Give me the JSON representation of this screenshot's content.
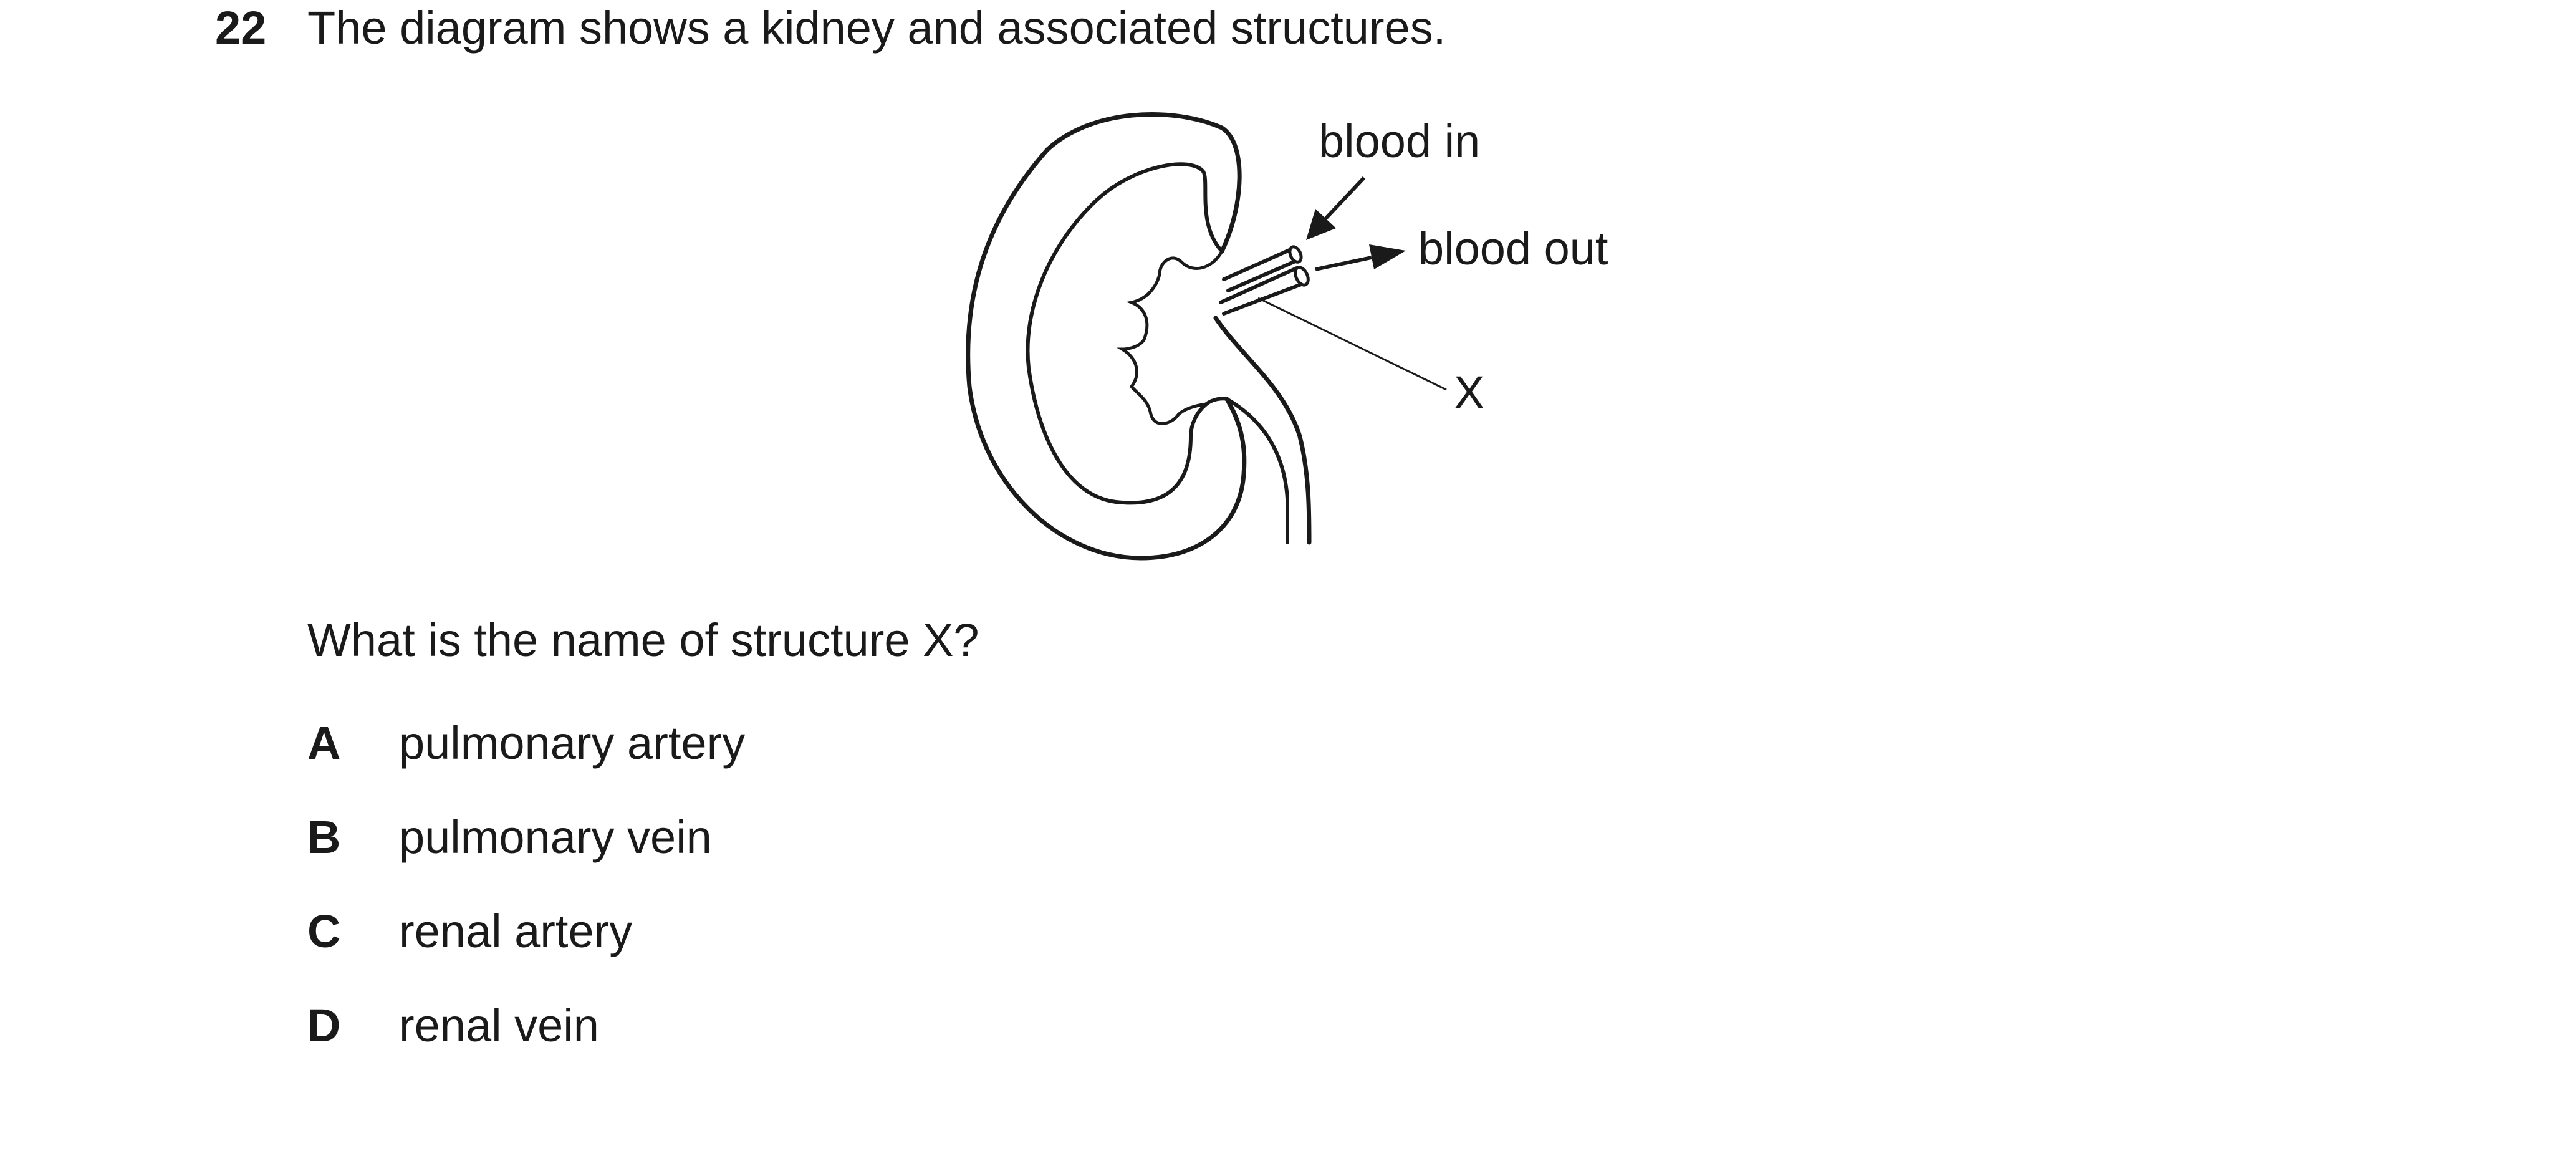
{
  "question": {
    "number": "22",
    "stem": "The diagram shows a kidney and associated structures.",
    "prompt": "What is the name of structure X?"
  },
  "diagram": {
    "label_blood_in": "blood in",
    "label_blood_out": "blood out",
    "label_x": "X"
  },
  "options": [
    {
      "letter": "A",
      "text": "pulmonary artery"
    },
    {
      "letter": "B",
      "text": "pulmonary vein"
    },
    {
      "letter": "C",
      "text": "renal artery"
    },
    {
      "letter": "D",
      "text": "renal vein"
    }
  ]
}
